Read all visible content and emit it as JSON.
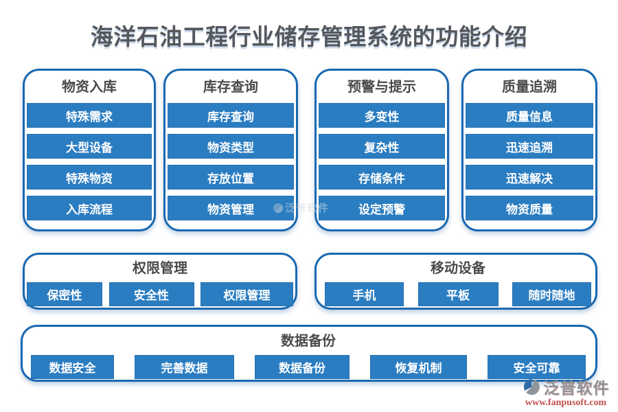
{
  "title": "海洋石油工程行业储存管理系统的功能介绍",
  "groups": [
    {
      "header": "物资入库",
      "items": [
        "特殊需求",
        "大型设备",
        "特殊物资",
        "入库流程"
      ]
    },
    {
      "header": "库存查询",
      "items": [
        "库存查询",
        "物资类型",
        "存放位置",
        "物资管理"
      ]
    },
    {
      "header": "预警与提示",
      "items": [
        "多变性",
        "复杂性",
        "存储条件",
        "设定预警"
      ]
    },
    {
      "header": "质量追溯",
      "items": [
        "质量信息",
        "迅速追溯",
        "迅速解决",
        "物资质量"
      ]
    },
    {
      "header": "权限管理",
      "items": [
        "保密性",
        "安全性",
        "权限管理"
      ]
    },
    {
      "header": "移动设备",
      "items": [
        "手机",
        "平板",
        "随时随地"
      ]
    },
    {
      "header": "数据备份",
      "items": [
        "数据安全",
        "完善数据",
        "数据备份",
        "恢复机制",
        "安全可靠"
      ]
    }
  ],
  "watermark": {
    "text": "泛普软件"
  },
  "brand": {
    "name": "泛普软件",
    "website": "www.fanpusoft.com"
  },
  "colors": {
    "bar_blue": "#2B7DC1",
    "panel_border_blue": "#1A68B0",
    "heading_gray": "#4A4A4A",
    "title_gray": "#54575C",
    "bar_text": "#FFFFFF",
    "brand_red": "#C0504D"
  }
}
